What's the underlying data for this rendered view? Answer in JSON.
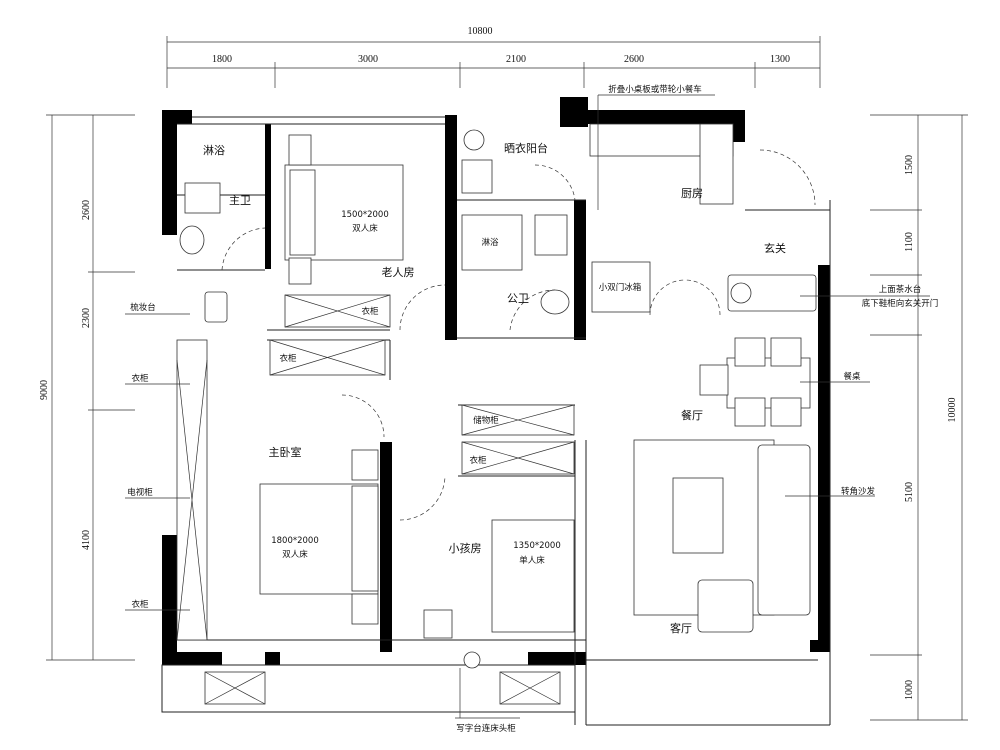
{
  "dimensions": {
    "top_total": "10800",
    "top": [
      "1800",
      "3000",
      "2100",
      "2600",
      "1300"
    ],
    "left_total": "9000",
    "left": [
      "2600",
      "2300",
      "4100"
    ],
    "right_total": "10000",
    "right": [
      "1500",
      "1100",
      "5100",
      "1000"
    ]
  },
  "rooms": {
    "master_shower": "淋浴",
    "master_bath": "主卫",
    "elder_bed_size": "1500*2000",
    "elder_bed_type": "双人床",
    "elder_room": "老人房",
    "elder_wardrobe": "衣柜",
    "hall_wardrobe": "衣柜",
    "drying_balcony": "晒衣阳台",
    "public_shower": "淋浴",
    "public_bath": "公卫",
    "kitchen": "厨房",
    "entrance": "玄关",
    "fridge": "小双门冰箱",
    "master_bedroom": "主卧室",
    "master_bed_size": "1800*2000",
    "master_bed_type": "双人床",
    "storage_cabinet": "储物柜",
    "kid_wardrobe": "衣柜",
    "kid_room": "小孩房",
    "kid_bed_size": "1350*2000",
    "kid_bed_type": "单人床",
    "dining": "餐厅",
    "living": "客厅"
  },
  "callouts": {
    "dressing_table": "梳妆台",
    "wardrobe_1": "衣柜",
    "tv_cabinet": "电视柜",
    "wardrobe_2": "衣柜",
    "dining_table": "餐桌",
    "corner_sofa": "转角沙发",
    "tea_counter_1": "上面茶水台",
    "tea_counter_2": "底下鞋柜向玄关开门",
    "folding_table": "折叠小桌板或带轮小餐车",
    "desk": "写字台连床头柜"
  }
}
